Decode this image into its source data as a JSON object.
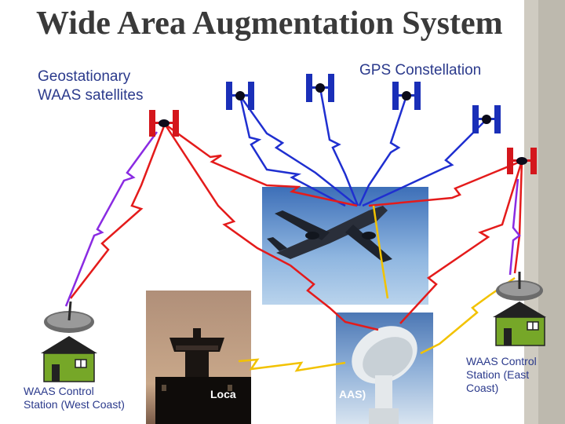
{
  "title": "Wide Area Augmentation System",
  "labels": {
    "geostationary_line1": "Geostationary",
    "geostationary_line2": "WAAS satellites",
    "gps_constellation": "GPS Constellation",
    "west_station_line1": "WAAS Control",
    "west_station_line2": "Station (West Coast)",
    "east_station_line1": "WAAS Control",
    "east_station_line2": "Station (East",
    "east_station_line3": "Coast)",
    "local_area_left": "Loca",
    "local_area_right": "AAS)"
  },
  "colors": {
    "gps_satellite": "#1a2fb8",
    "waas_satellite": "#d4161c",
    "gps_signal": "#1f2fd0",
    "waas_signal": "#e41b1b",
    "uplink": "#8a2be2",
    "ground_link": "#f2c200",
    "station_house": "#76a728",
    "label_text": "#2b3a8c"
  },
  "icons": [
    "satellite-icon",
    "airplane-icon",
    "dish-antenna-icon",
    "control-tower-icon",
    "house-icon"
  ]
}
